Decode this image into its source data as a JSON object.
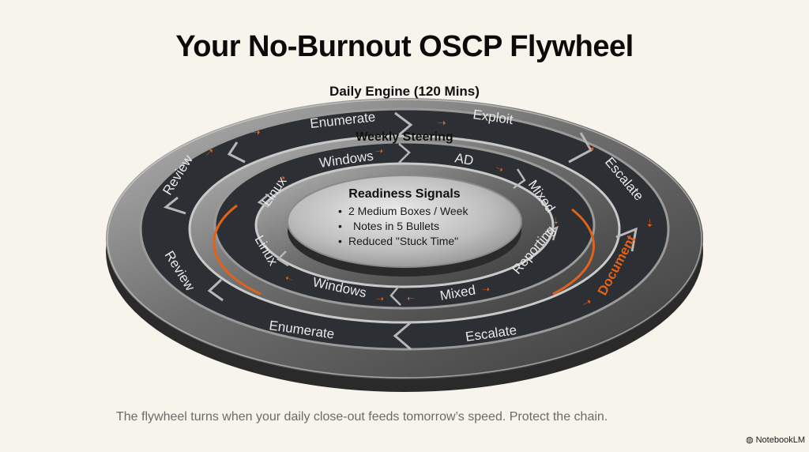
{
  "title": "Your No-Burnout OSCP Flywheel",
  "outer_ring": {
    "label": "Daily Engine (120 Mins)",
    "segments": [
      "Enumerate",
      "Exploit",
      "Escalate",
      "Document",
      "Escalate",
      "Enumerate",
      "Review",
      "Review"
    ],
    "highlighted": "Document"
  },
  "middle_ring": {
    "label": "Weekly Steering",
    "segments": [
      "Windows",
      "AD",
      "Mixed",
      "Reporting",
      "Mixed",
      "Windows",
      "Linux",
      "Linux"
    ]
  },
  "center": {
    "heading": "Readiness Signals",
    "bullets": [
      "2 Medium Boxes / Week",
      "Notes in 5 Bullets",
      "Reduced \"Stuck Time\""
    ]
  },
  "caption": "The flywheel turns when your daily close-out feeds tomorrow’s speed. Protect the chain.",
  "brand": "NotebookLM",
  "colors": {
    "accent": "#e0621c",
    "segment": "#2c2f33",
    "metal": "#8a8a8a",
    "background": "#f7f4ec"
  }
}
